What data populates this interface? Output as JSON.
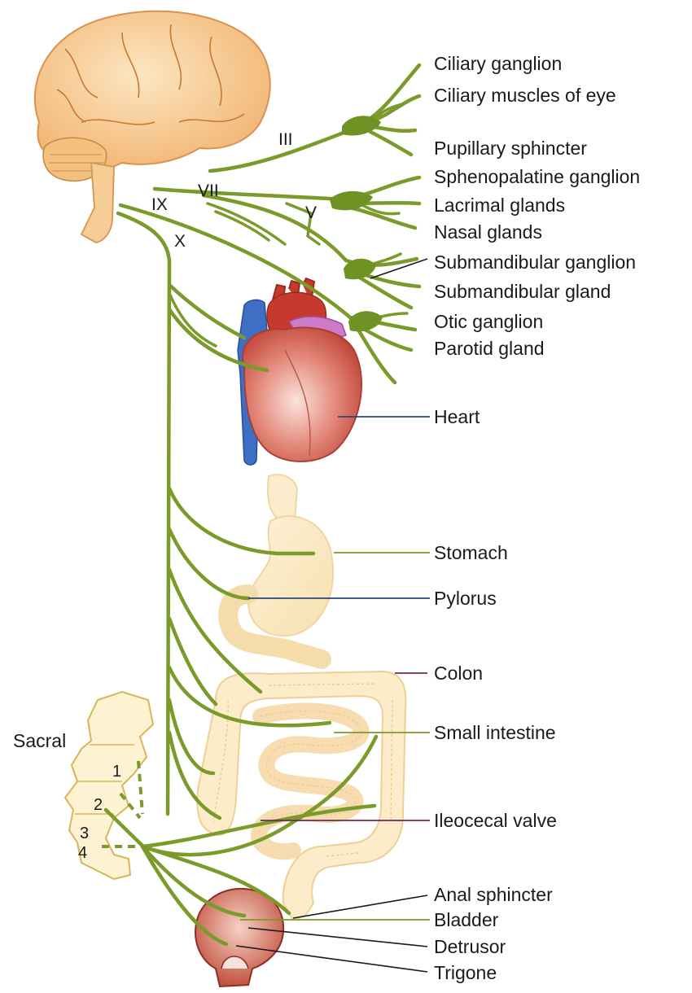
{
  "nerves": {
    "cn3": "III",
    "cn7": "VII",
    "cn5": "V",
    "cn9": "IX",
    "cn10": "X"
  },
  "labels": {
    "ciliary_ganglion": "Ciliary ganglion",
    "ciliary_muscles": "Ciliary muscles of eye",
    "pupillary_sphincter": "Pupillary sphincter",
    "sphenopalatine_ganglion": "Sphenopalatine ganglion",
    "lacrimal_glands": "Lacrimal glands",
    "nasal_glands": "Nasal glands",
    "submandibular_ganglion": "Submandibular ganglion",
    "submandibular_gland": "Submandibular gland",
    "otic_ganglion": "Otic ganglion",
    "parotid_gland": "Parotid gland",
    "heart": "Heart",
    "stomach": "Stomach",
    "pylorus": "Pylorus",
    "colon": "Colon",
    "small_intestine": "Small intestine",
    "ileocecal_valve": "Ileocecal valve",
    "anal_sphincter": "Anal sphincter",
    "bladder": "Bladder",
    "detrusor": "Detrusor",
    "trigone": "Trigone"
  },
  "sacral": {
    "title": "Sacral",
    "s1": "1",
    "s2": "2",
    "s3": "3",
    "s4": "4"
  },
  "colors": {
    "nerve": "#7a9a2a",
    "ganglion": "#6f9224",
    "brain": "#f6c98e",
    "heart": "#d9695a",
    "vein": "#3f6fc4",
    "viscera": "#fbeccb",
    "bladder": "#c8614f"
  }
}
